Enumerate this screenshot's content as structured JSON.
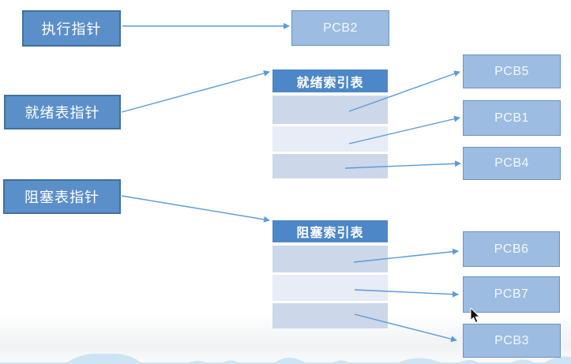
{
  "pointers": [
    {
      "label": "执行指针"
    },
    {
      "label": "就绪表指针"
    },
    {
      "label": "阻塞表指针"
    }
  ],
  "tables": [
    {
      "title": "就绪索引表",
      "rows": 3
    },
    {
      "title": "阻塞索引表",
      "rows": 3
    }
  ],
  "pcbs": [
    {
      "label": "PCB2"
    },
    {
      "label": "PCB5"
    },
    {
      "label": "PCB1"
    },
    {
      "label": "PCB4"
    },
    {
      "label": "PCB6"
    },
    {
      "label": "PCB7"
    },
    {
      "label": "PCB3"
    }
  ],
  "connections": [
    {
      "from": "执行指针",
      "to": "PCB2"
    },
    {
      "from": "就绪表指针",
      "to": "就绪索引表"
    },
    {
      "from": "就绪索引表.row1",
      "to": "PCB5"
    },
    {
      "from": "就绪索引表.row2",
      "to": "PCB1"
    },
    {
      "from": "就绪索引表.row3",
      "to": "PCB4"
    },
    {
      "from": "阻塞表指针",
      "to": "阻塞索引表"
    },
    {
      "from": "阻塞索引表.row1",
      "to": "PCB6"
    },
    {
      "from": "阻塞索引表.row2",
      "to": "PCB7"
    },
    {
      "from": "阻塞索引表.row3",
      "to": "PCB3"
    }
  ],
  "colors": {
    "pointer_box_fill": "#5b8fc9",
    "pointer_box_border": "#41719c",
    "pcb_fill": "#9cbce2",
    "pcb_border": "#6e93bd",
    "table_header_fill": "#4d87c7",
    "row_dark": "#ccd7ea",
    "row_light": "#e7ecf6",
    "arrow": "#5b9bd5",
    "decoration": "#cde4f4"
  }
}
